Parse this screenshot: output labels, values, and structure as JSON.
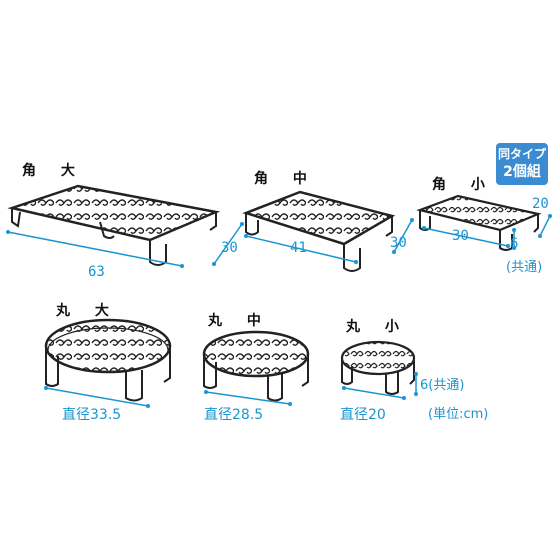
{
  "products": {
    "square_large": {
      "name": "角 大",
      "width": "63",
      "depth": "30"
    },
    "square_medium": {
      "name": "角 中",
      "width": "41",
      "depth": "30"
    },
    "square_small": {
      "name": "角 小",
      "width": "30",
      "depth": "20"
    },
    "round_large": {
      "name": "丸 大",
      "diameter": "直径33.5"
    },
    "round_medium": {
      "name": "丸 中",
      "diameter": "直径28.5"
    },
    "round_small": {
      "name": "丸 小",
      "diameter": "直径20"
    }
  },
  "height": {
    "square": "6",
    "square_common": "(共通)",
    "round": "6(共通)"
  },
  "unit": "(単位:cm)",
  "badge": {
    "line1": "同タイプ",
    "line2": "2個組"
  },
  "colors": {
    "accent": "#1a95d2",
    "badge": "#3b8bd0",
    "line": "#222222"
  }
}
